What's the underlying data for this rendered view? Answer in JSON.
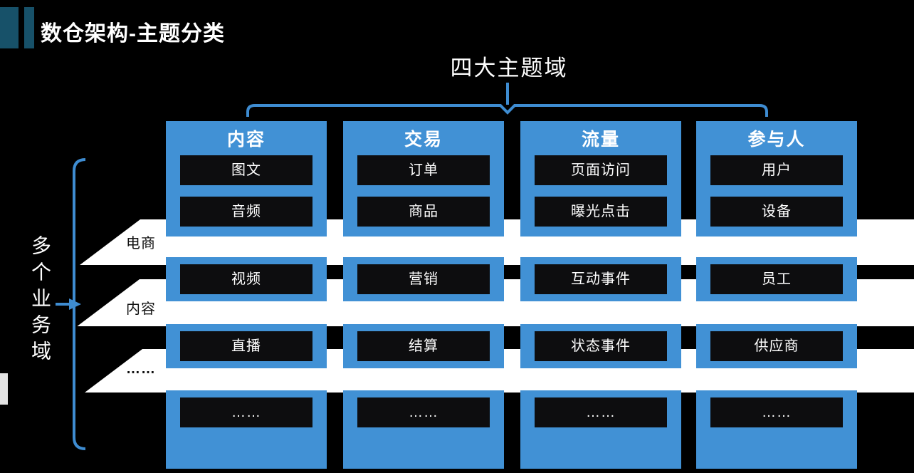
{
  "title": "数仓架构-主题分类",
  "top_bracket_label": "四大主题域",
  "left_bracket_label": "多个业务域",
  "theme_columns": [
    {
      "header": "内容",
      "items": [
        "图文",
        "音频",
        "视频",
        "直播",
        "……"
      ]
    },
    {
      "header": "交易",
      "items": [
        "订单",
        "商品",
        "营销",
        "结算",
        "……"
      ]
    },
    {
      "header": "流量",
      "items": [
        "页面访问",
        "曝光点击",
        "互动事件",
        "状态事件",
        "……"
      ]
    },
    {
      "header": "参与人",
      "items": [
        "用户",
        "设备",
        "员工",
        "供应商",
        "……"
      ]
    }
  ],
  "band_rows": [
    {
      "label": "电商"
    },
    {
      "label": "内容"
    },
    {
      "label": "……"
    }
  ],
  "colors": {
    "background": "#000000",
    "column_blue": "#4191d5",
    "item_box_dark": "#0d0d0f",
    "band_white": "#ffffff",
    "bracket_blue": "#3e8cd1",
    "title_accent_teal": "#175169",
    "title_text": "#ffffff",
    "band_label_text": "#111111"
  }
}
